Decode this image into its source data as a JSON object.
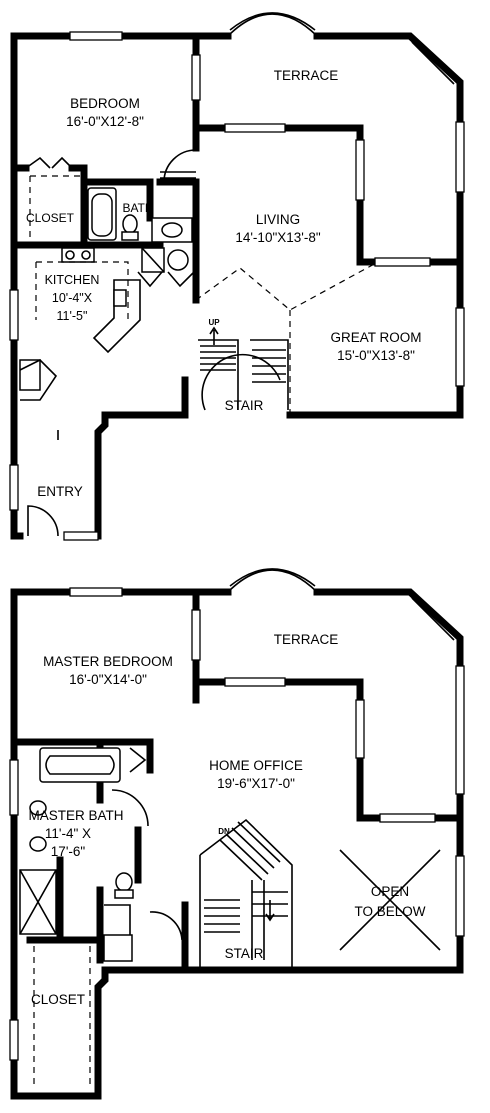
{
  "upper_floor": {
    "bedroom": {
      "name": "BEDROOM",
      "size": "16'-0\"X12'-8\""
    },
    "terrace": {
      "name": "TERRACE"
    },
    "closet": {
      "name": "CLOSET"
    },
    "bath": {
      "name": "BATH"
    },
    "living": {
      "name": "LIVING",
      "size": "14'-10\"X13'-8\""
    },
    "kitchen": {
      "name": "KITCHEN",
      "size_line1": "10'-4\"X",
      "size_line2": "11'-5\""
    },
    "great_room": {
      "name": "GREAT ROOM",
      "size": "15'-0\"X13'-8\""
    },
    "stair": {
      "name": "STAIR",
      "direction": "UP"
    },
    "entry": {
      "name": "ENTRY"
    }
  },
  "lower_floor": {
    "terrace": {
      "name": "TERRACE"
    },
    "master_bedroom": {
      "name": "MASTER BEDROOM",
      "size": "16'-0\"X14'-0\""
    },
    "home_office": {
      "name": "HOME OFFICE",
      "size": "19'-6\"X17'-0\""
    },
    "master_bath": {
      "name": "MASTER BATH",
      "size_line1": "11'-4\" X",
      "size_line2": "17'-6\""
    },
    "stair": {
      "name": "STAIR",
      "direction": "DN"
    },
    "open": {
      "line1": "OPEN",
      "line2": "TO BELOW"
    },
    "closet": {
      "name": "CLOSET"
    }
  }
}
